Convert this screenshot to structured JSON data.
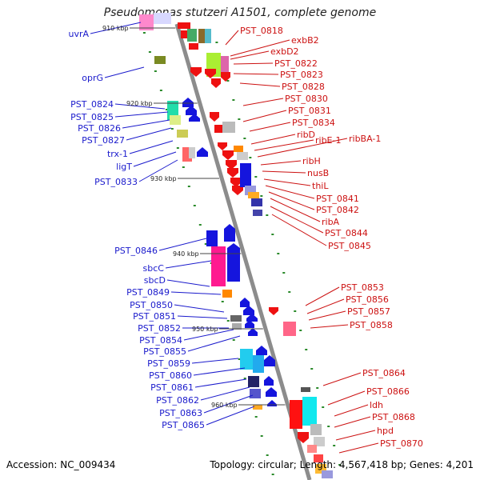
{
  "header": {
    "title": "Pseudomonas stutzeri A1501, complete genome"
  },
  "footer": {
    "accession": "Accession: NC_009434",
    "topology": "Topology: circular; Length: 4,567,418 bp; Genes: 4,201"
  },
  "scale_ticks": [
    "910 kbp",
    "920 kbp",
    "930 kbp",
    "940 kbp",
    "950 kbp",
    "960 kbp"
  ],
  "left_labels": [
    "uvrA",
    "oprG",
    "PST_0824",
    "PST_0825",
    "PST_0826",
    "PST_0827",
    "trx-1",
    "ligT",
    "PST_0833",
    "PST_0846",
    "sbcC",
    "sbcD",
    "PST_0849",
    "PST_0850",
    "PST_0851",
    "PST_0852",
    "PST_0854",
    "PST_0855",
    "PST_0859",
    "PST_0860",
    "PST_0861",
    "PST_0862",
    "PST_0863",
    "PST_0865"
  ],
  "right_labels": [
    "PST_0818",
    "exbB2",
    "exbD2",
    "PST_0822",
    "PST_0823",
    "PST_0828",
    "PST_0830",
    "PST_0831",
    "PST_0834",
    "ribD",
    "ribE-1",
    "ribBA-1",
    "ribH",
    "nusB",
    "thiL",
    "PST_0841",
    "PST_0842",
    "ribA",
    "PST_0844",
    "PST_0845",
    "PST_0853",
    "PST_0856",
    "PST_0857",
    "PST_0858",
    "PST_0864",
    "PST_0866",
    "ldh",
    "PST_0868",
    "hpd",
    "PST_0870"
  ],
  "colors": {
    "backbone": "#8c8c8c",
    "left_label": "#1a1acc",
    "right_label": "#cc1111",
    "left_gene": "#1515dd",
    "right_gene": "#ee1111",
    "tick_marks": "#2a8a2a"
  }
}
